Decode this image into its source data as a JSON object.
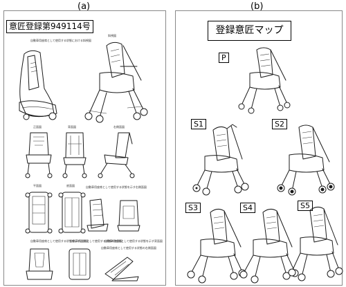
{
  "panels": {
    "a": {
      "label": "(a)",
      "title": "意匠登録第949114号",
      "captions": [
        "自動車用座席として使用する状態における斜視図",
        "斜視図",
        "正面図",
        "背面図",
        "右側面図",
        "平面図",
        "底面図",
        "自動車用座席として使用する状態を示す右側面図",
        "自動車用座席として使用する状態を示す正面図",
        "自動車用座席として使用する状態の底面図",
        "自動車用座席として使用する状態を示す背面図",
        "自動車用座席として使用する状態の右側面図"
      ]
    },
    "b": {
      "label": "(b)",
      "title": "登録意匠マップ",
      "tags": [
        "P",
        "S1",
        "S2",
        "S3",
        "S4",
        "S5"
      ]
    }
  }
}
